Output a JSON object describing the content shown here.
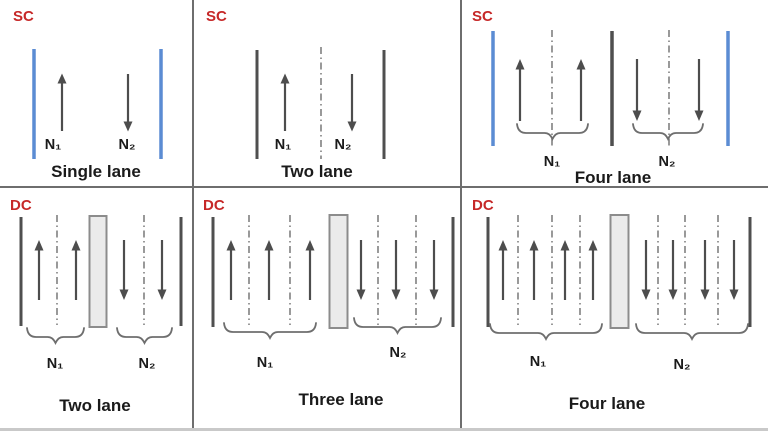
{
  "colors": {
    "label_red": "#C62828",
    "edge_blue": "#5B8CD3",
    "line_dark": "#4F4F4F",
    "lane_gray": "#808080",
    "arrow_gray": "#4D4D4D",
    "brace_gray": "#6E6E6E",
    "median_fill": "#EBEBEB",
    "median_stroke": "#8C8C8C",
    "divider_gray": "#6E6E6E",
    "title_black": "#1A1A1A"
  },
  "panels": [
    {
      "tag": "SC",
      "title": "Single lane",
      "n1": "N₁",
      "n2": "N₂",
      "lanes_up": 1,
      "lanes_down": 1,
      "separator": "none",
      "edges": "blue"
    },
    {
      "tag": "SC",
      "title": "Two lane",
      "n1": "N₁",
      "n2": "N₂",
      "lanes_up": 1,
      "lanes_down": 1,
      "separator": "dash-dot-centerline",
      "edges": "dark"
    },
    {
      "tag": "SC",
      "title": "Four lane",
      "n1": "N₁",
      "n2": "N₂",
      "lanes_up": 2,
      "lanes_down": 2,
      "separator": "solid-centerline",
      "edges": "blue"
    },
    {
      "tag": "DC",
      "title": "Two lane",
      "n1": "N₁",
      "n2": "N₂",
      "lanes_up": 2,
      "lanes_down": 2,
      "separator": "median-barrier",
      "edges": "dark"
    },
    {
      "tag": "DC",
      "title": "Three lane",
      "n1": "N₁",
      "n2": "N₂",
      "lanes_up": 3,
      "lanes_down": 3,
      "separator": "median-barrier",
      "edges": "dark"
    },
    {
      "tag": "DC",
      "title": "Four lane",
      "n1": "N₁",
      "n2": "N₂",
      "lanes_up": 4,
      "lanes_down": 4,
      "separator": "median-barrier",
      "edges": "dark"
    }
  ]
}
